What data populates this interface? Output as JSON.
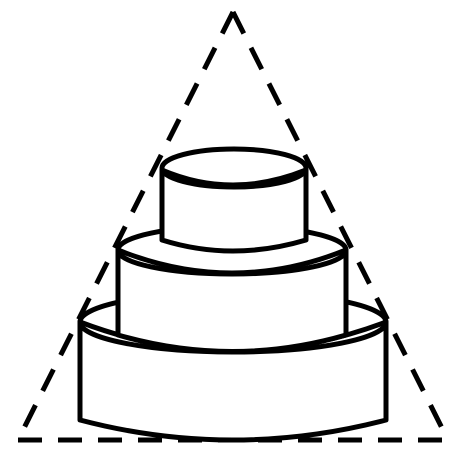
{
  "figure": {
    "description_free": true,
    "colors": {
      "ink": "#000000",
      "paper": "#ffffff"
    },
    "shapes": [
      {
        "name": "outer-triangle",
        "style": "dashed"
      },
      {
        "name": "cylinder-bottom",
        "style": "solid"
      },
      {
        "name": "cylinder-middle",
        "style": "solid"
      },
      {
        "name": "cylinder-top",
        "style": "solid"
      }
    ]
  }
}
